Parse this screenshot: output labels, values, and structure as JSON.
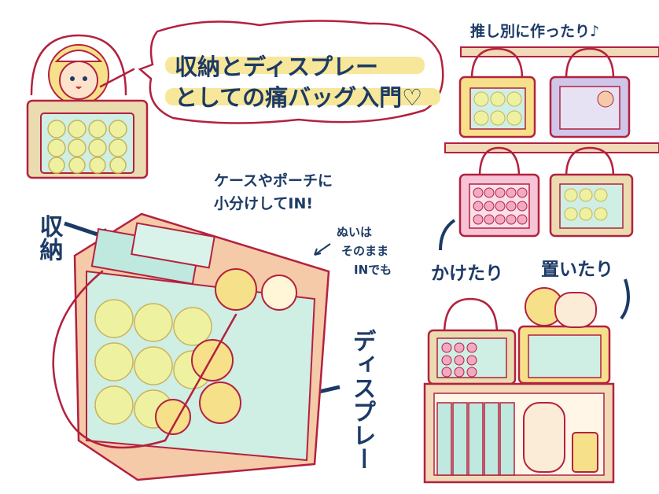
{
  "title": {
    "line1": "収納とディスプレー",
    "line2": "としての痛バッグ入門♡"
  },
  "captions": {
    "per_oshi": "推し別に作ったり♪",
    "case_line1": "ケースやポーチに",
    "case_line2": "小分けしてIN!",
    "nui_line1": "ぬいは",
    "nui_line2": "そのまま",
    "nui_line3": "INでも",
    "storage": "収納",
    "display": "ディスプレー",
    "hang": "かけたり",
    "place": "置いたり"
  },
  "colors": {
    "outline": "#b3213f",
    "text": "#1c3a66",
    "bag": "#f5caa8",
    "badge": "#eef2a0",
    "case": "#bfe8de",
    "highlight": "#f7e79a"
  }
}
